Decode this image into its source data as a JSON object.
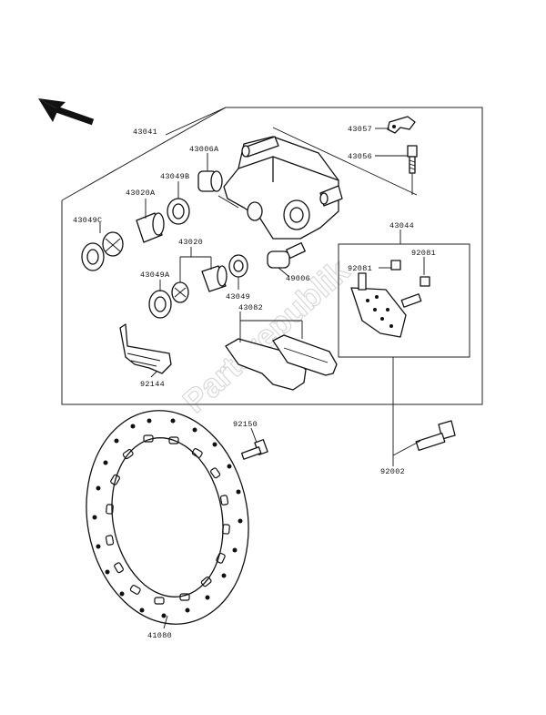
{
  "watermark": "Partsrepublik",
  "labels": {
    "p43041": "43041",
    "p43057": "43057",
    "p43056": "43056",
    "p43006A": "43006A",
    "p43049B": "43049B",
    "p43020A": "43020A",
    "p43049C": "43049C",
    "p43020": "43020",
    "p43049A": "43049A",
    "p43049": "43049",
    "p49006": "49006",
    "p43044": "43044",
    "p92081": "92081",
    "p92081b": "92081",
    "p43082": "43082",
    "p92144": "92144",
    "p92150": "92150",
    "p92002": "92002",
    "p41080": "41080"
  }
}
